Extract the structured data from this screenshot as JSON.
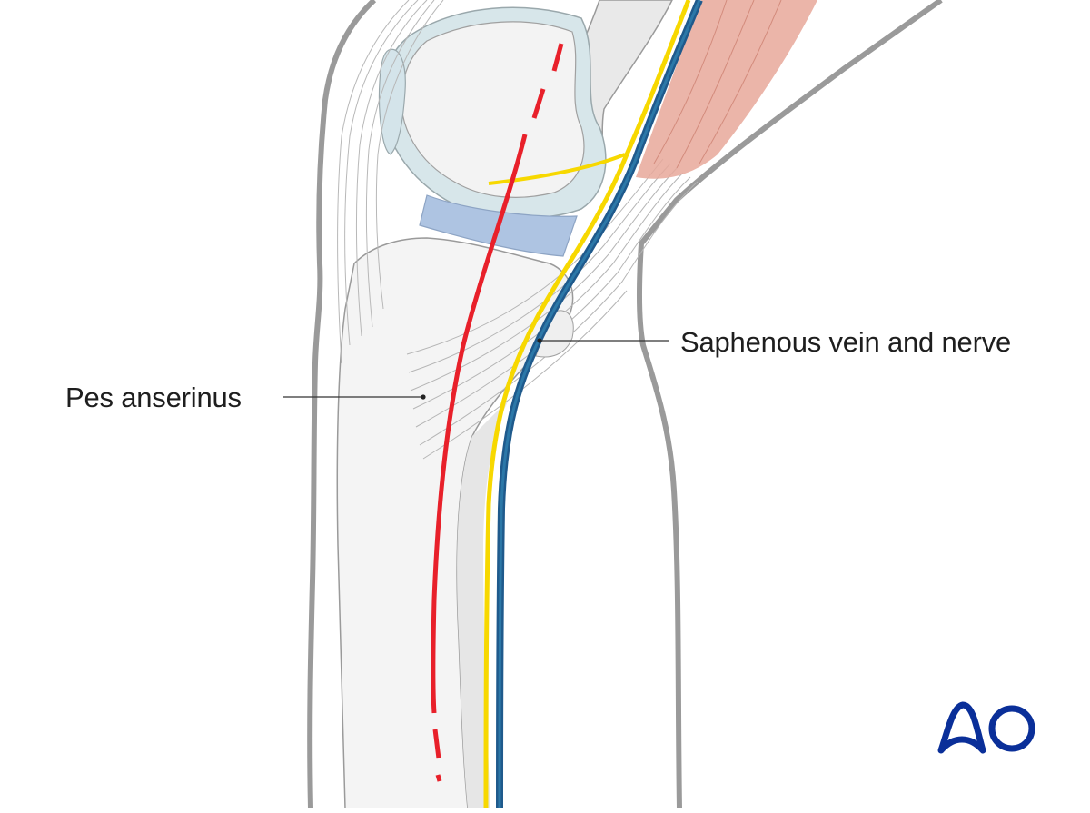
{
  "figure": {
    "type": "anatomical-illustration",
    "subject": "Medial view of the knee showing a skin incision line",
    "labels": [
      {
        "id": "saphenous",
        "text": "Saphenous vein and nerve",
        "leader_to": [
          594,
          375
        ]
      },
      {
        "id": "pes",
        "text": "Pes anserinus",
        "leader_to": [
          466,
          437
        ]
      }
    ],
    "logo": {
      "text": "AO",
      "color": "#0a2f99"
    },
    "colors": {
      "outline": "#8f8f8f",
      "bone": "#f3f3f3",
      "cartilage": "#d7e6ea",
      "meniscus": "#aec4e2",
      "incision": "#e8202a",
      "nerve": "#f7d800",
      "vein": "#1f5a8c",
      "muscle": "#e8a89a",
      "leader": "#333333"
    }
  }
}
